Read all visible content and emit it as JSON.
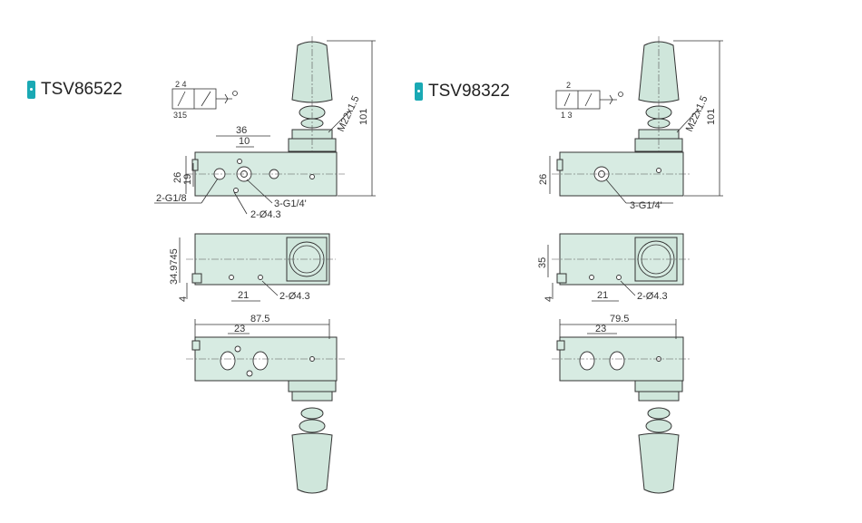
{
  "colors": {
    "body_fill": "#d7ebe2",
    "accent_tag": "#1aa9b4",
    "line": "#333333"
  },
  "models": [
    {
      "title": "TSV86522",
      "symbol": {
        "top_ports": "2 4",
        "bottom_ports": "315"
      },
      "front": {
        "dim_36": "36",
        "dim_10": "10",
        "dim_26": "26",
        "dim_19": "19",
        "label_g18": "2-G1/8",
        "label_d43": "2-Ø4.3",
        "label_g14": "3-G1/4'",
        "thread": "M22x1.5",
        "height": "101"
      },
      "side": {
        "dim_h": "34.9745",
        "dim_4": "4",
        "dim_21": "21",
        "label_d43": "2-Ø4.3"
      },
      "top": {
        "length": "87.5",
        "dim_23": "23"
      }
    },
    {
      "title": "TSV98322",
      "symbol": {
        "top_ports": "2",
        "bottom_ports": "1 3"
      },
      "front": {
        "dim_26": "26",
        "label_g14": "3-G1/4'",
        "thread": "M22x1.5",
        "height": "101"
      },
      "side": {
        "dim_h": "35",
        "dim_4": "4",
        "dim_21": "21",
        "label_d43": "2-Ø4.3"
      },
      "top": {
        "length": "79.5",
        "dim_23": "23"
      }
    }
  ]
}
